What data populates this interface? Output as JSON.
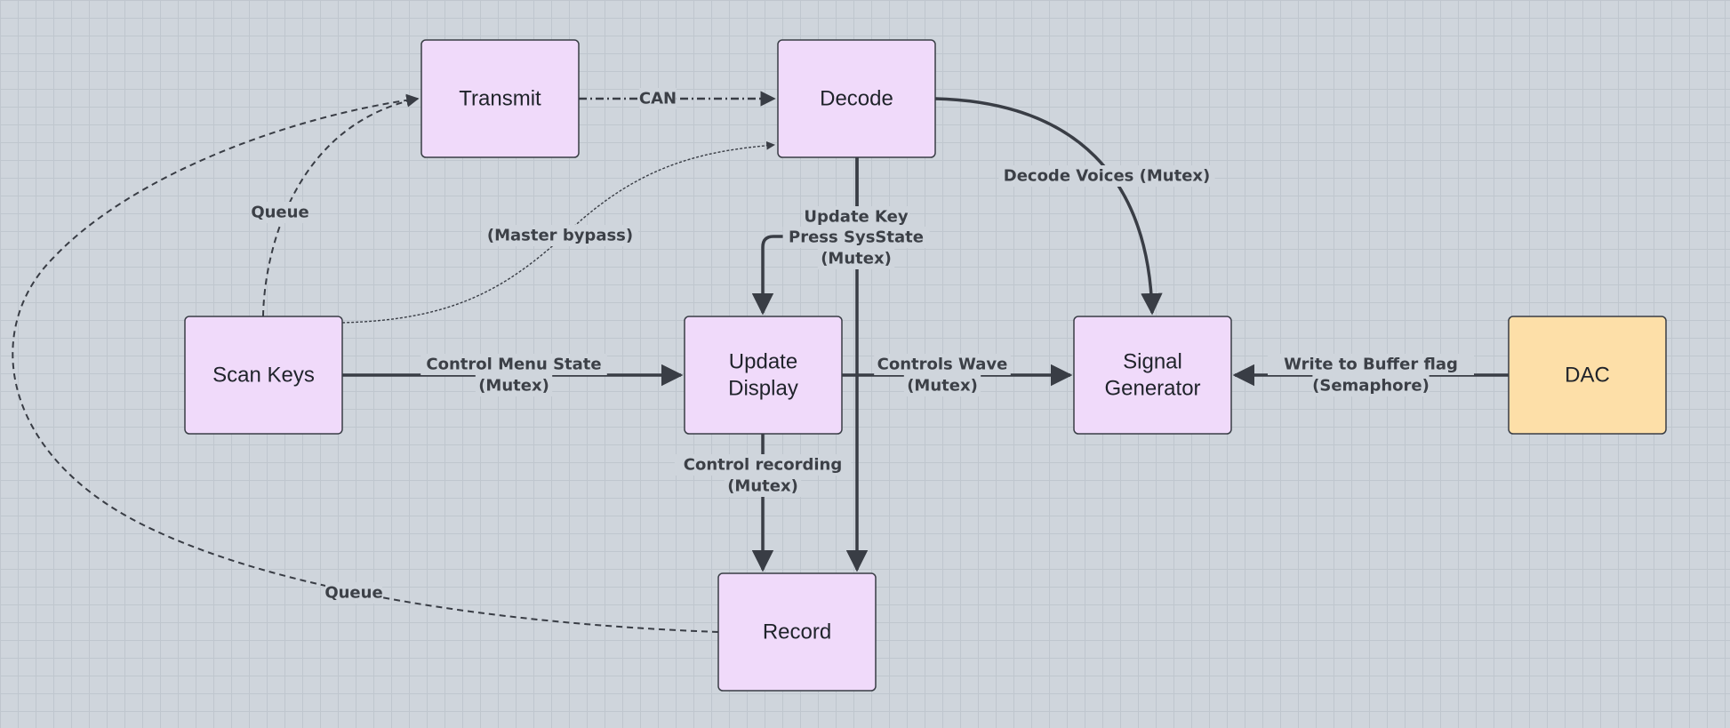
{
  "colors": {
    "process_fill": "#f0dafa",
    "hardware_fill": "#fddfa8",
    "stroke": "#393d45"
  },
  "nodes": [
    {
      "id": "transmit",
      "lines": [
        "Transmit"
      ],
      "kind": "process"
    },
    {
      "id": "decode",
      "lines": [
        "Decode"
      ],
      "kind": "process"
    },
    {
      "id": "scan-keys",
      "lines": [
        "Scan Keys"
      ],
      "kind": "process"
    },
    {
      "id": "update-display",
      "lines": [
        "Update",
        "Display"
      ],
      "kind": "process"
    },
    {
      "id": "signal-generator",
      "lines": [
        "Signal",
        "Generator"
      ],
      "kind": "process"
    },
    {
      "id": "dac",
      "lines": [
        "DAC"
      ],
      "kind": "hardware"
    },
    {
      "id": "record",
      "lines": [
        "Record"
      ],
      "kind": "process"
    }
  ],
  "edges": [
    {
      "id": "scan-to-transmit",
      "from": "scan-keys",
      "to": "transmit",
      "style": "dashed",
      "label_lines": [
        "Queue"
      ]
    },
    {
      "id": "record-to-transmit",
      "from": "record",
      "to": "transmit",
      "style": "dashed",
      "label_lines": [
        "Queue"
      ]
    },
    {
      "id": "transmit-to-decode",
      "from": "transmit",
      "to": "decode",
      "style": "dash-dot",
      "label_lines": [
        "CAN"
      ]
    },
    {
      "id": "scan-to-decode",
      "from": "scan-keys",
      "to": "decode",
      "style": "dotted",
      "label_lines": [
        "(Master bypass)"
      ]
    },
    {
      "id": "decode-to-signal",
      "from": "decode",
      "to": "signal-generator",
      "style": "solid",
      "label_lines": [
        "Decode Voices (Mutex)"
      ]
    },
    {
      "id": "decode-to-display",
      "from": "decode",
      "to": "update-display",
      "style": "solid",
      "label_lines": [
        "Update Key",
        "Press SysState",
        "(Mutex)"
      ]
    },
    {
      "id": "decode-to-record",
      "from": "decode",
      "to": "record",
      "style": "solid",
      "label_lines": []
    },
    {
      "id": "scan-to-display",
      "from": "scan-keys",
      "to": "update-display",
      "style": "solid",
      "label_lines": [
        "Control Menu State",
        "(Mutex)"
      ]
    },
    {
      "id": "display-to-signal",
      "from": "update-display",
      "to": "signal-generator",
      "style": "solid",
      "label_lines": [
        "Controls Wave",
        "(Mutex)"
      ]
    },
    {
      "id": "dac-to-signal",
      "from": "dac",
      "to": "signal-generator",
      "style": "solid",
      "label_lines": [
        "Write to Buffer flag",
        "(Semaphore)"
      ]
    },
    {
      "id": "display-to-record",
      "from": "update-display",
      "to": "record",
      "style": "solid",
      "label_lines": [
        "Control recording",
        "(Mutex)"
      ]
    }
  ]
}
